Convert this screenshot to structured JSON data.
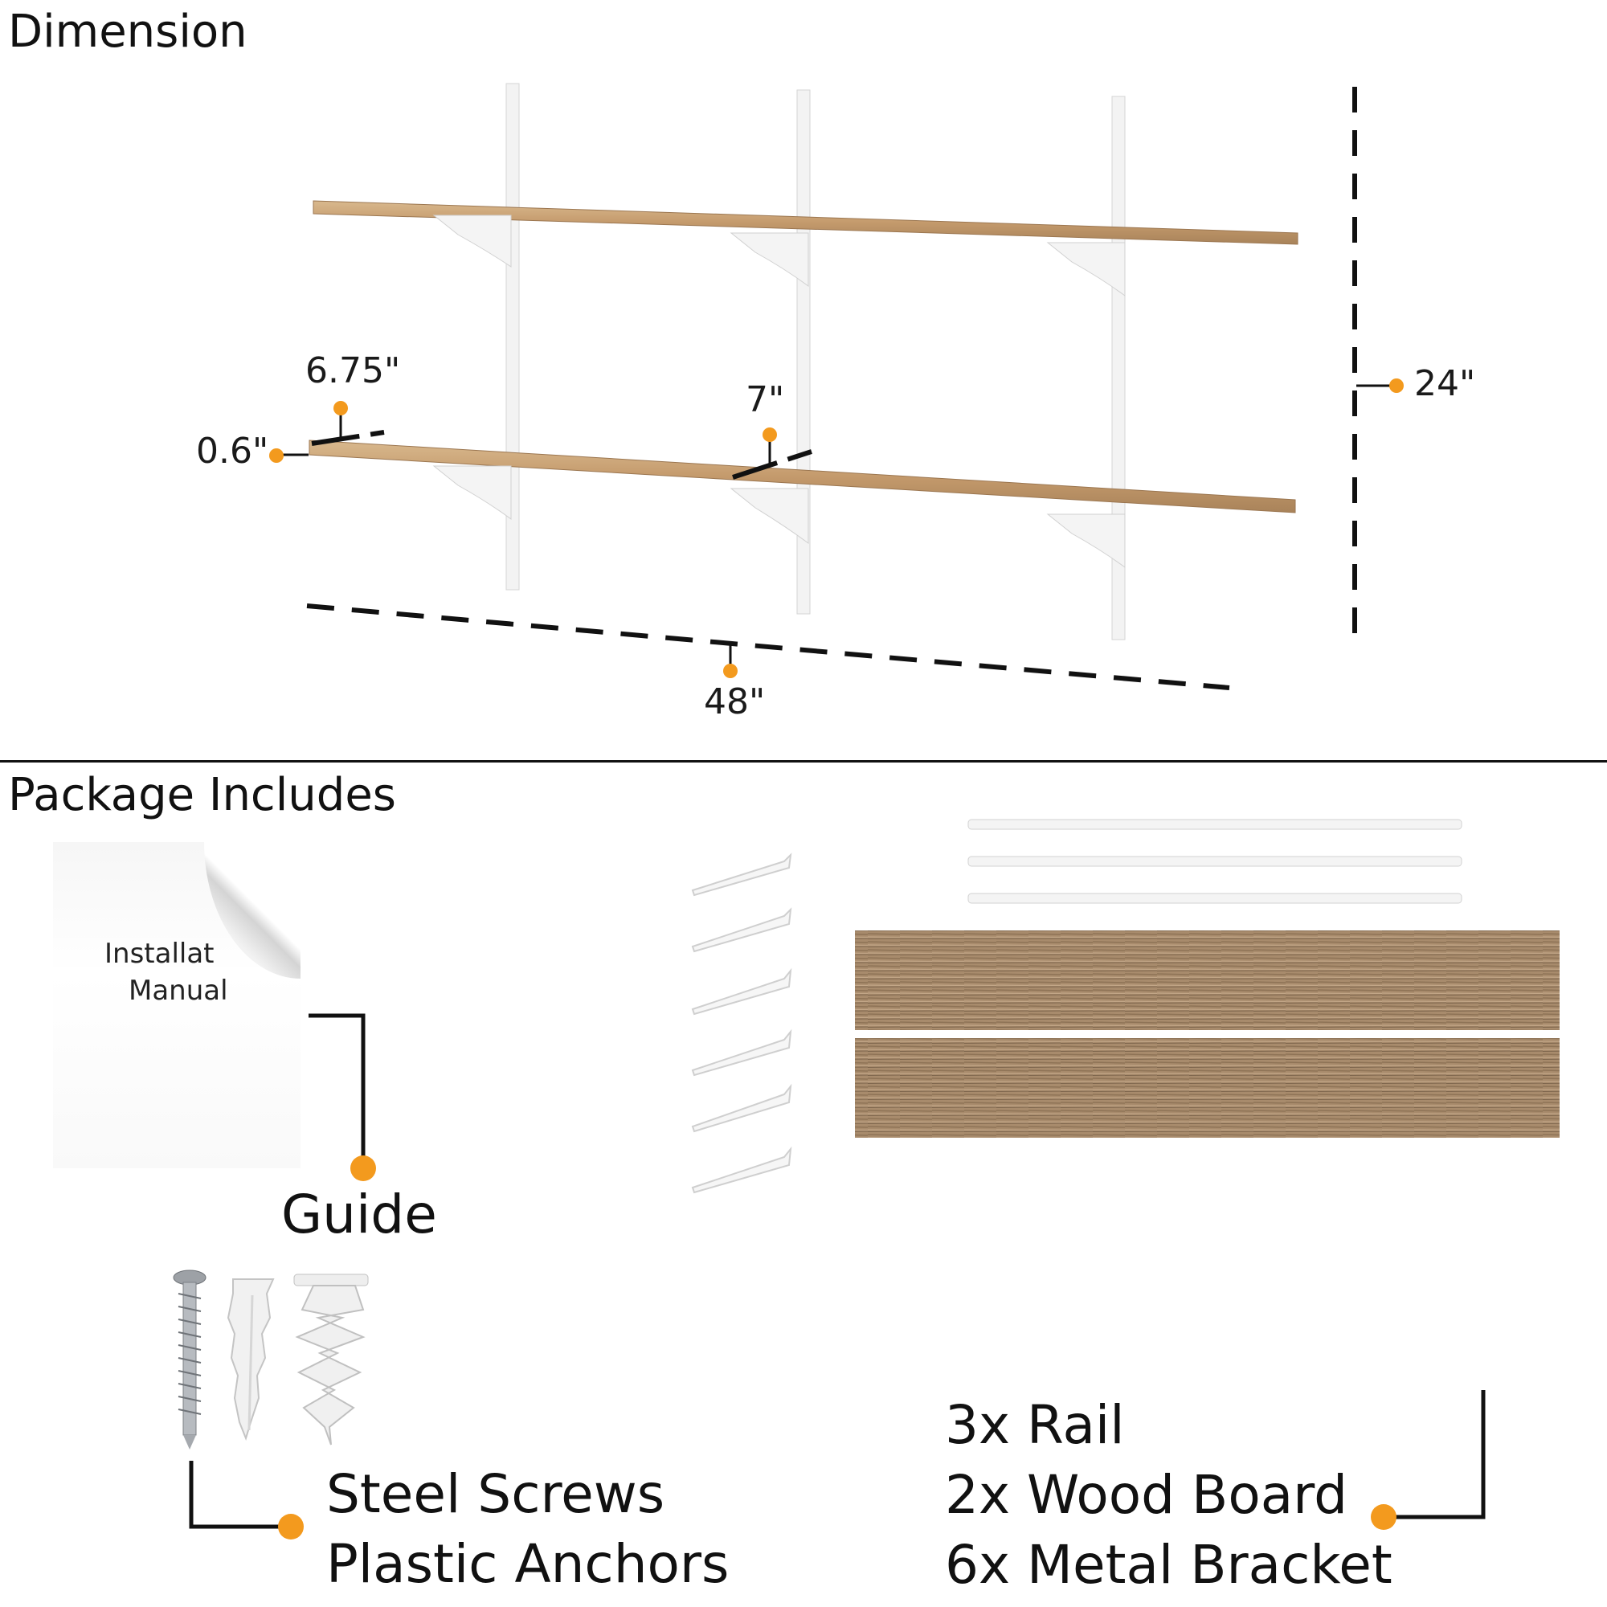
{
  "headings": {
    "dimension": "Dimension",
    "package": "Package Includes"
  },
  "dimensions": {
    "length": "48\"",
    "height": "24\"",
    "depth": "6.75\"",
    "thickness": "0.6\"",
    "bracket": "7\""
  },
  "manual": {
    "title_line1": "Installat",
    "title_line2": "Manual"
  },
  "labels": {
    "guide": "Guide",
    "hardware_line1": "Steel Screws",
    "hardware_line2": "Plastic Anchors",
    "parts_line1": "3x Rail",
    "parts_line2": "2x Wood Board",
    "parts_line3": "6x Metal Bracket"
  },
  "colors": {
    "accent": "#f39a1e",
    "wood": "#c9a37a",
    "line": "#111111"
  }
}
